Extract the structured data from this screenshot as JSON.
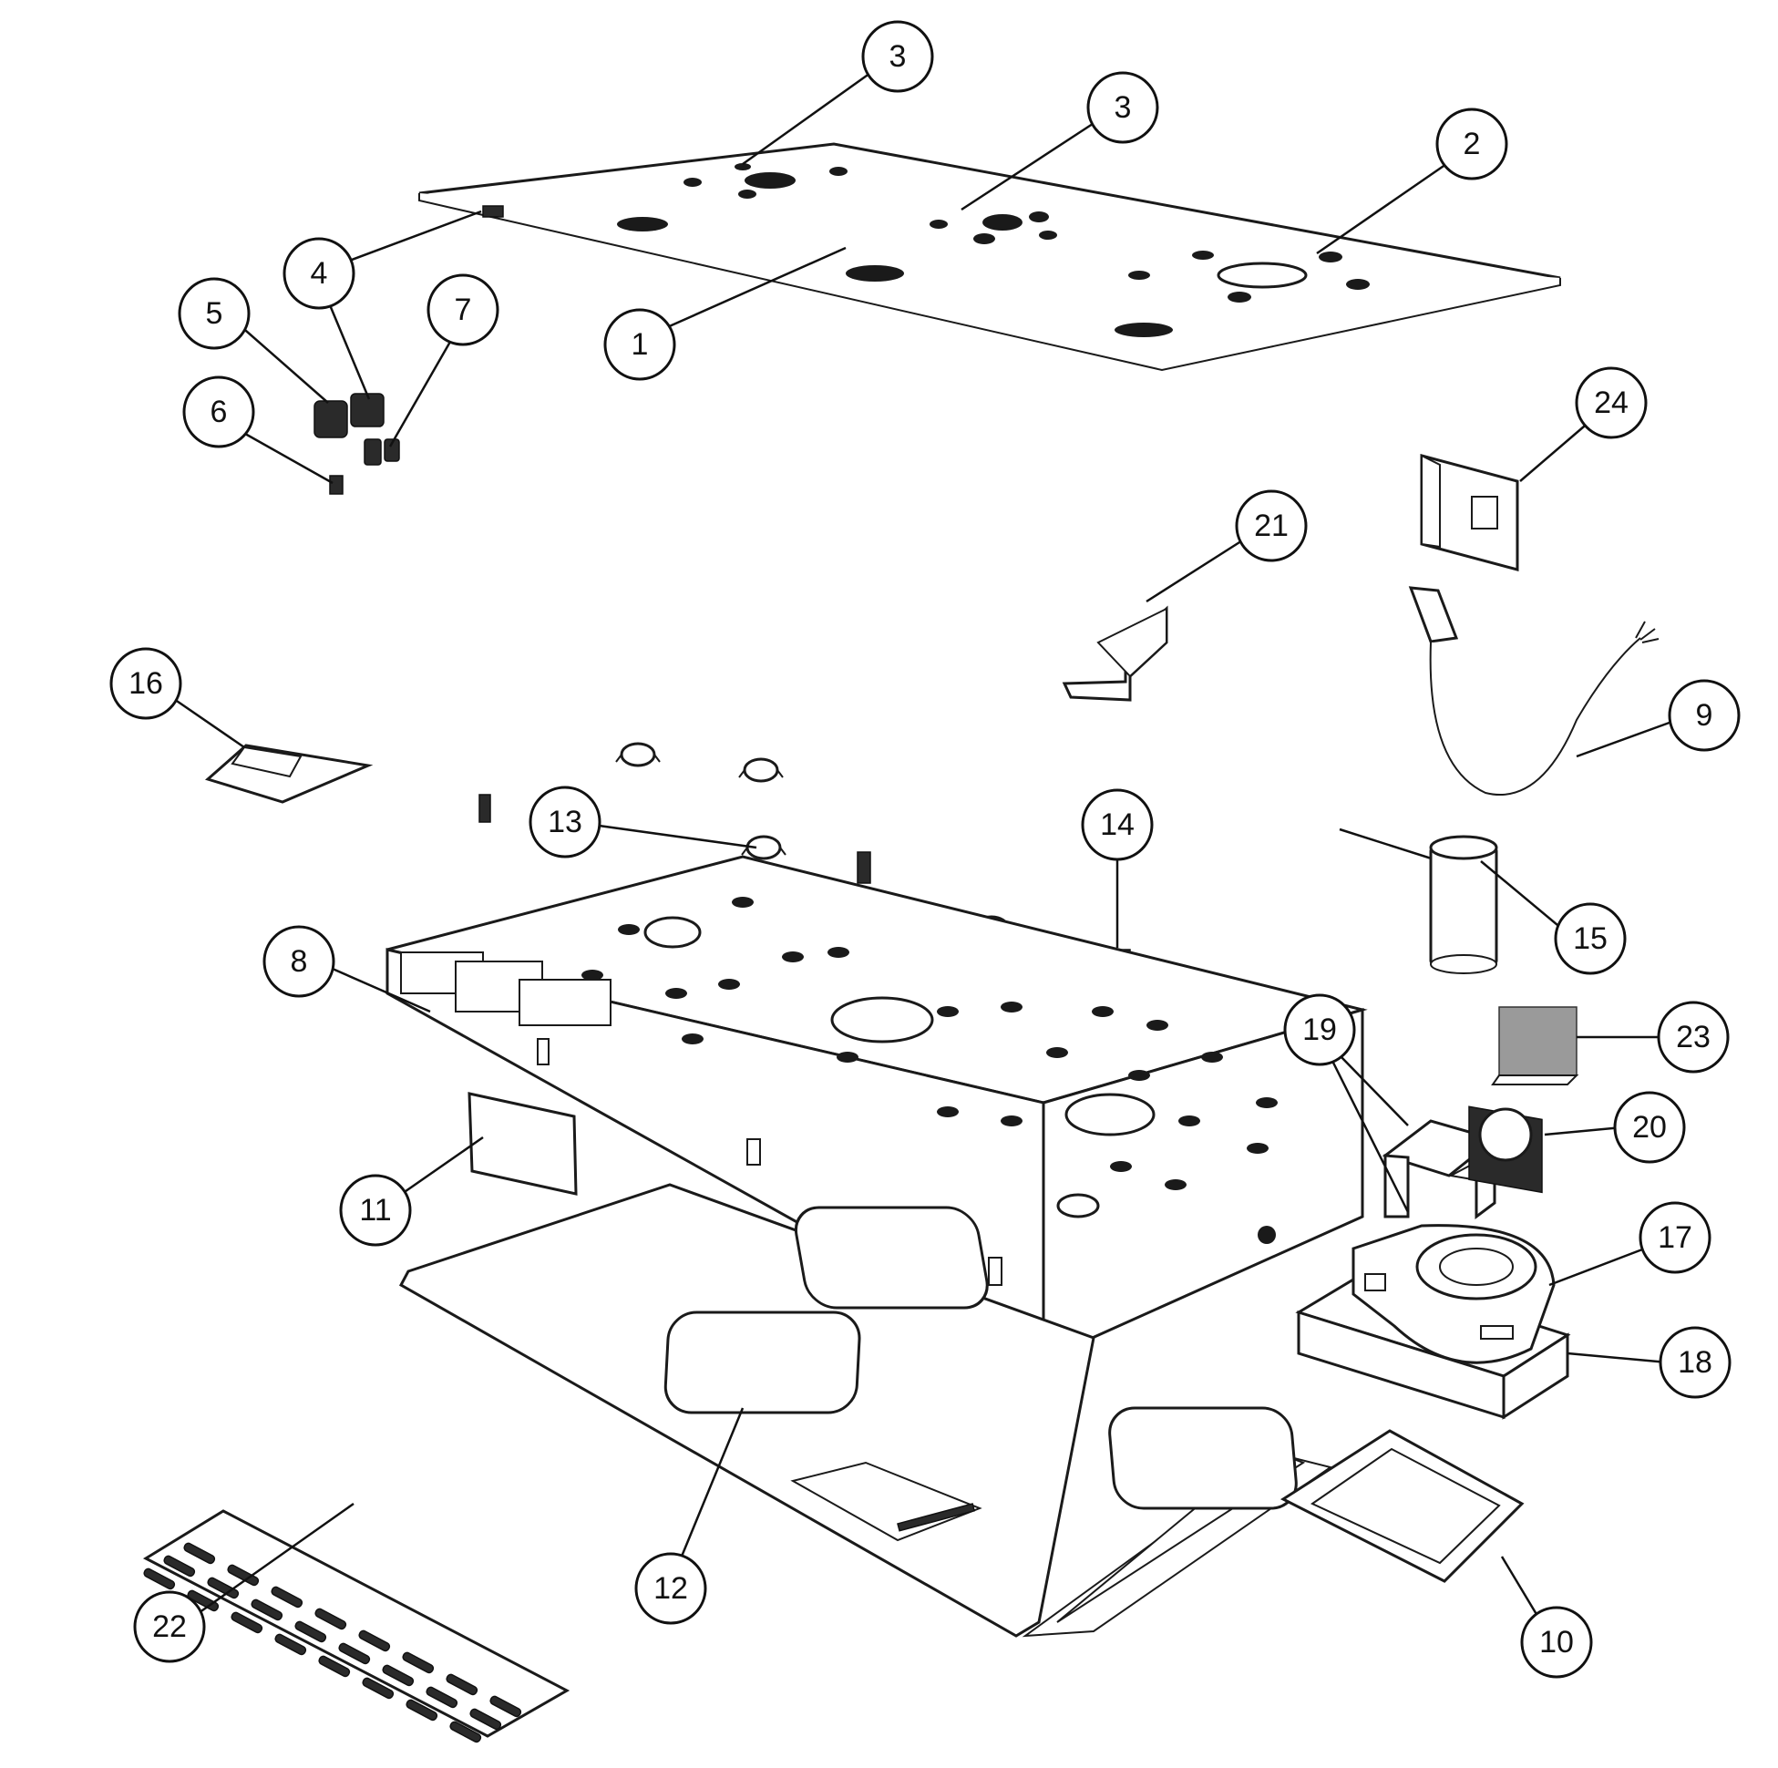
{
  "diagram": {
    "callouts": [
      {
        "id": "c1",
        "label": "1"
      },
      {
        "id": "c2",
        "label": "2"
      },
      {
        "id": "c3a",
        "label": "3"
      },
      {
        "id": "c3b",
        "label": "3"
      },
      {
        "id": "c4",
        "label": "4"
      },
      {
        "id": "c5",
        "label": "5"
      },
      {
        "id": "c6",
        "label": "6"
      },
      {
        "id": "c7",
        "label": "7"
      },
      {
        "id": "c8",
        "label": "8"
      },
      {
        "id": "c9",
        "label": "9"
      },
      {
        "id": "c10",
        "label": "10"
      },
      {
        "id": "c11",
        "label": "11"
      },
      {
        "id": "c12",
        "label": "12"
      },
      {
        "id": "c13",
        "label": "13"
      },
      {
        "id": "c14",
        "label": "14"
      },
      {
        "id": "c15",
        "label": "15"
      },
      {
        "id": "c16",
        "label": "16"
      },
      {
        "id": "c17",
        "label": "17"
      },
      {
        "id": "c18",
        "label": "18"
      },
      {
        "id": "c19",
        "label": "19"
      },
      {
        "id": "c20",
        "label": "20"
      },
      {
        "id": "c21",
        "label": "21"
      },
      {
        "id": "c22",
        "label": "22"
      },
      {
        "id": "c23",
        "label": "23"
      },
      {
        "id": "c24",
        "label": "24"
      }
    ],
    "colors": {
      "line": "#1a1a1a",
      "background": "#ffffff"
    }
  }
}
